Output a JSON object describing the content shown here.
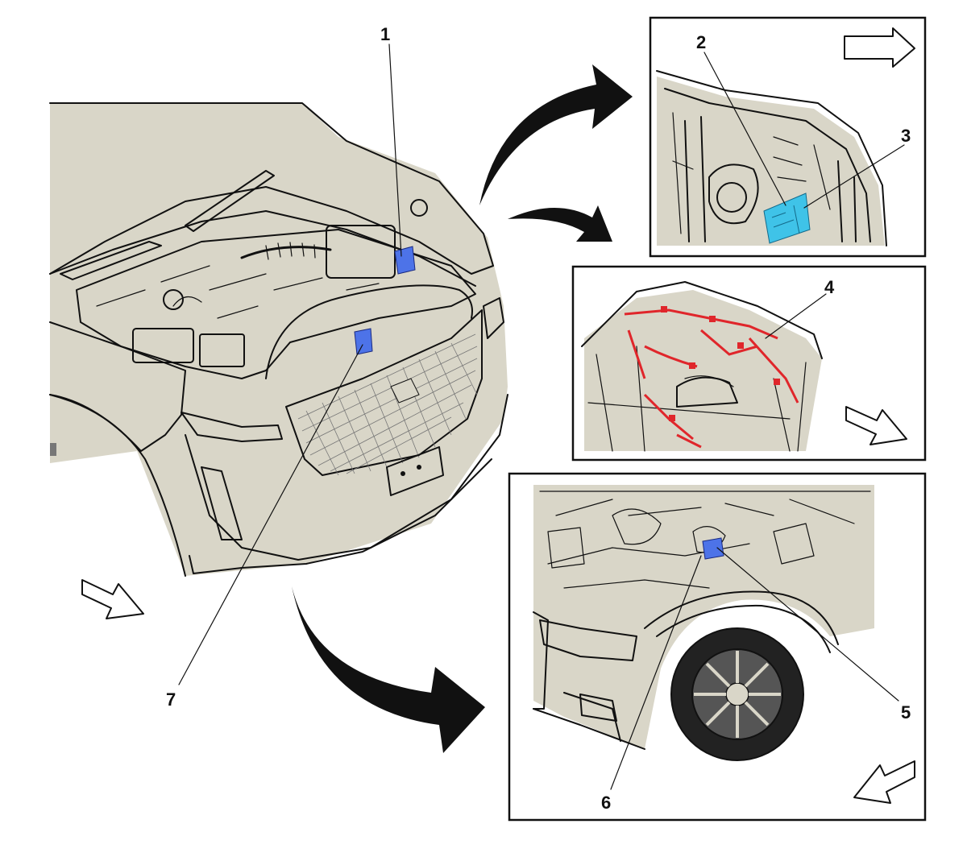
{
  "colors": {
    "background": "#ffffff",
    "vehicle_fill": "#d9d6c8",
    "line_ink": "#111111",
    "highlight_blue": "#4d73e8",
    "highlight_cyan": "#3fc3e8",
    "harness_red": "#e0262b"
  },
  "callouts": [
    {
      "id": "1",
      "label": "1"
    },
    {
      "id": "2",
      "label": "2"
    },
    {
      "id": "3",
      "label": "3"
    },
    {
      "id": "4",
      "label": "4"
    },
    {
      "id": "5",
      "label": "5"
    },
    {
      "id": "6",
      "label": "6"
    },
    {
      "id": "7",
      "label": "7"
    }
  ],
  "icons": {
    "direction_arrow": "hollow-block-arrow-icon",
    "view_arrow": "curved-black-arrow-icon"
  }
}
